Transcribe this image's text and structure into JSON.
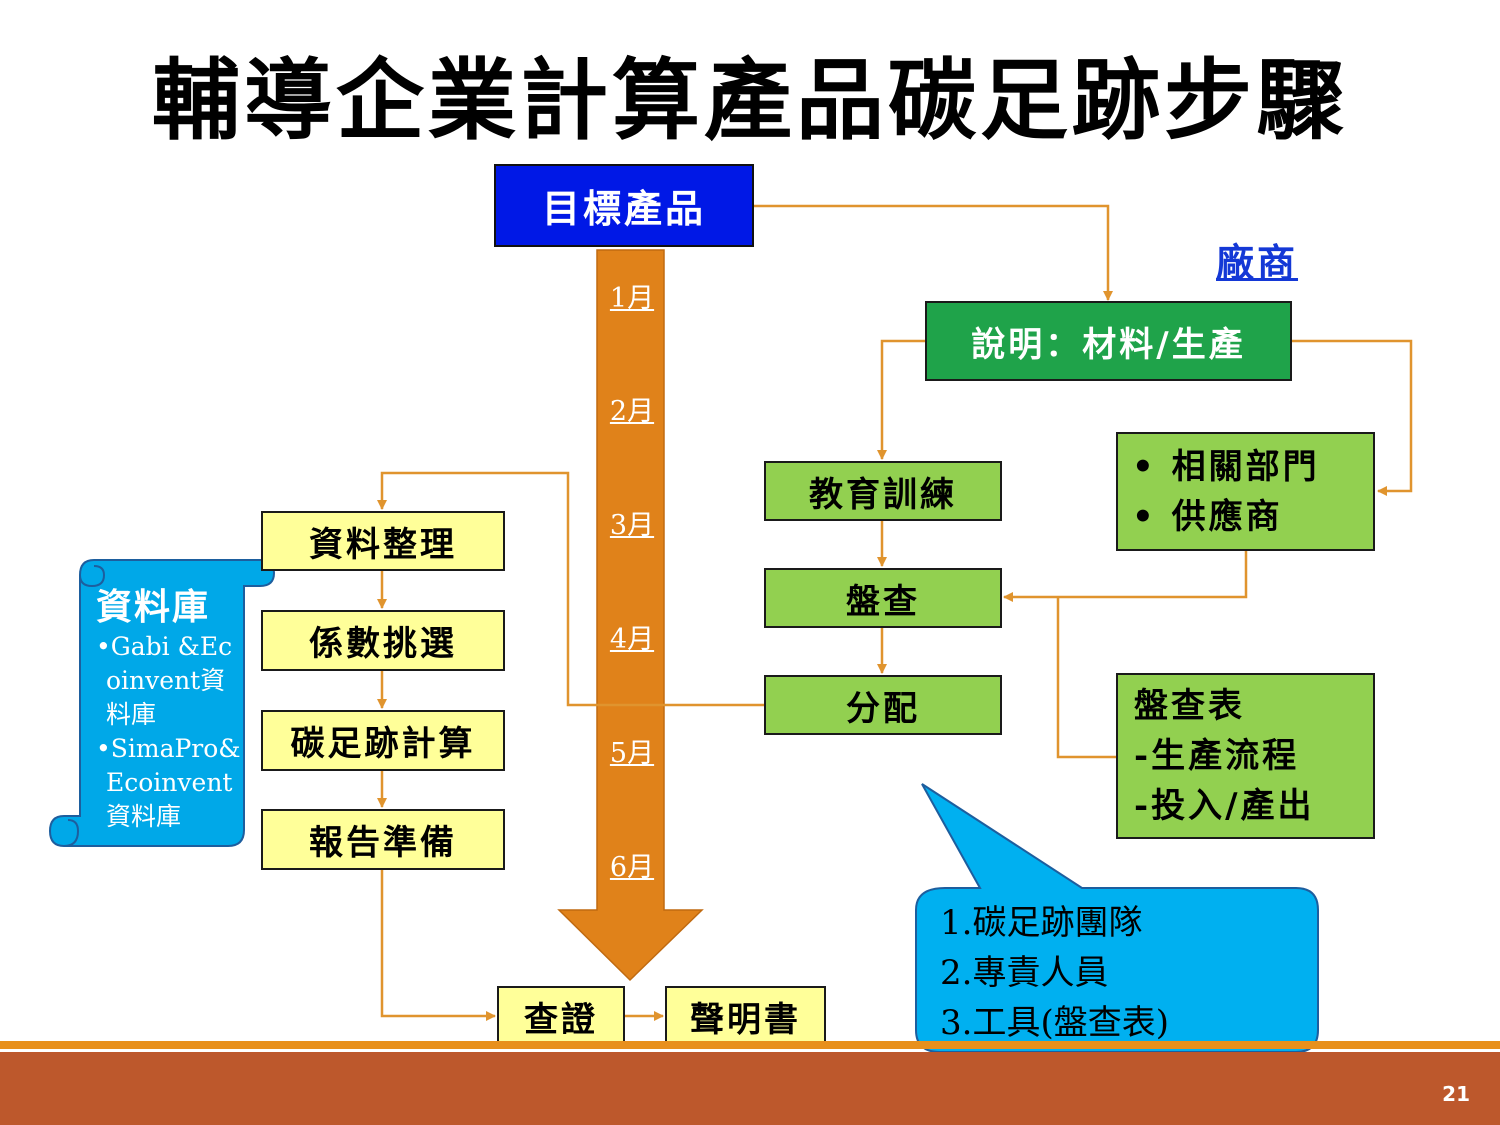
{
  "title": "輔導企業計算產品碳足跡步驟",
  "target_product": "目標產品",
  "months": [
    "1月",
    "2月",
    "3月",
    "4月",
    "5月",
    "6月"
  ],
  "vendor_label": "廠商",
  "explain_box": "說明：材料/生產",
  "departments": [
    "相關部門",
    "供應商"
  ],
  "training": "教育訓練",
  "inventory": "盤查",
  "allocation": "分配",
  "inventory_sheet": [
    "盤查表",
    "-生產流程",
    "-投入/產出"
  ],
  "left_steps": [
    "資料整理",
    "係數挑選",
    "碳足跡計算",
    "報告準備"
  ],
  "database": {
    "title": "資料庫",
    "items": [
      "•Gabi &Ecoinvent資料庫",
      "•SimaPro& Ecoinvent 資料庫"
    ]
  },
  "verification": "查證",
  "declaration": "聲明書",
  "callout": [
    "1.碳足跡團隊",
    "2.專責人員",
    "3.工具(盤查表)"
  ],
  "page_number": "21",
  "colors": {
    "arrow_orange": "#e0821a",
    "connector": "#e0942e",
    "box_yellow": "#ffff99",
    "box_green": "#92d050",
    "box_darkgreen": "#1fa34a",
    "box_blue": "#0018e6",
    "database_blue": "#00a8e8",
    "footer_brown": "#bd582c"
  }
}
